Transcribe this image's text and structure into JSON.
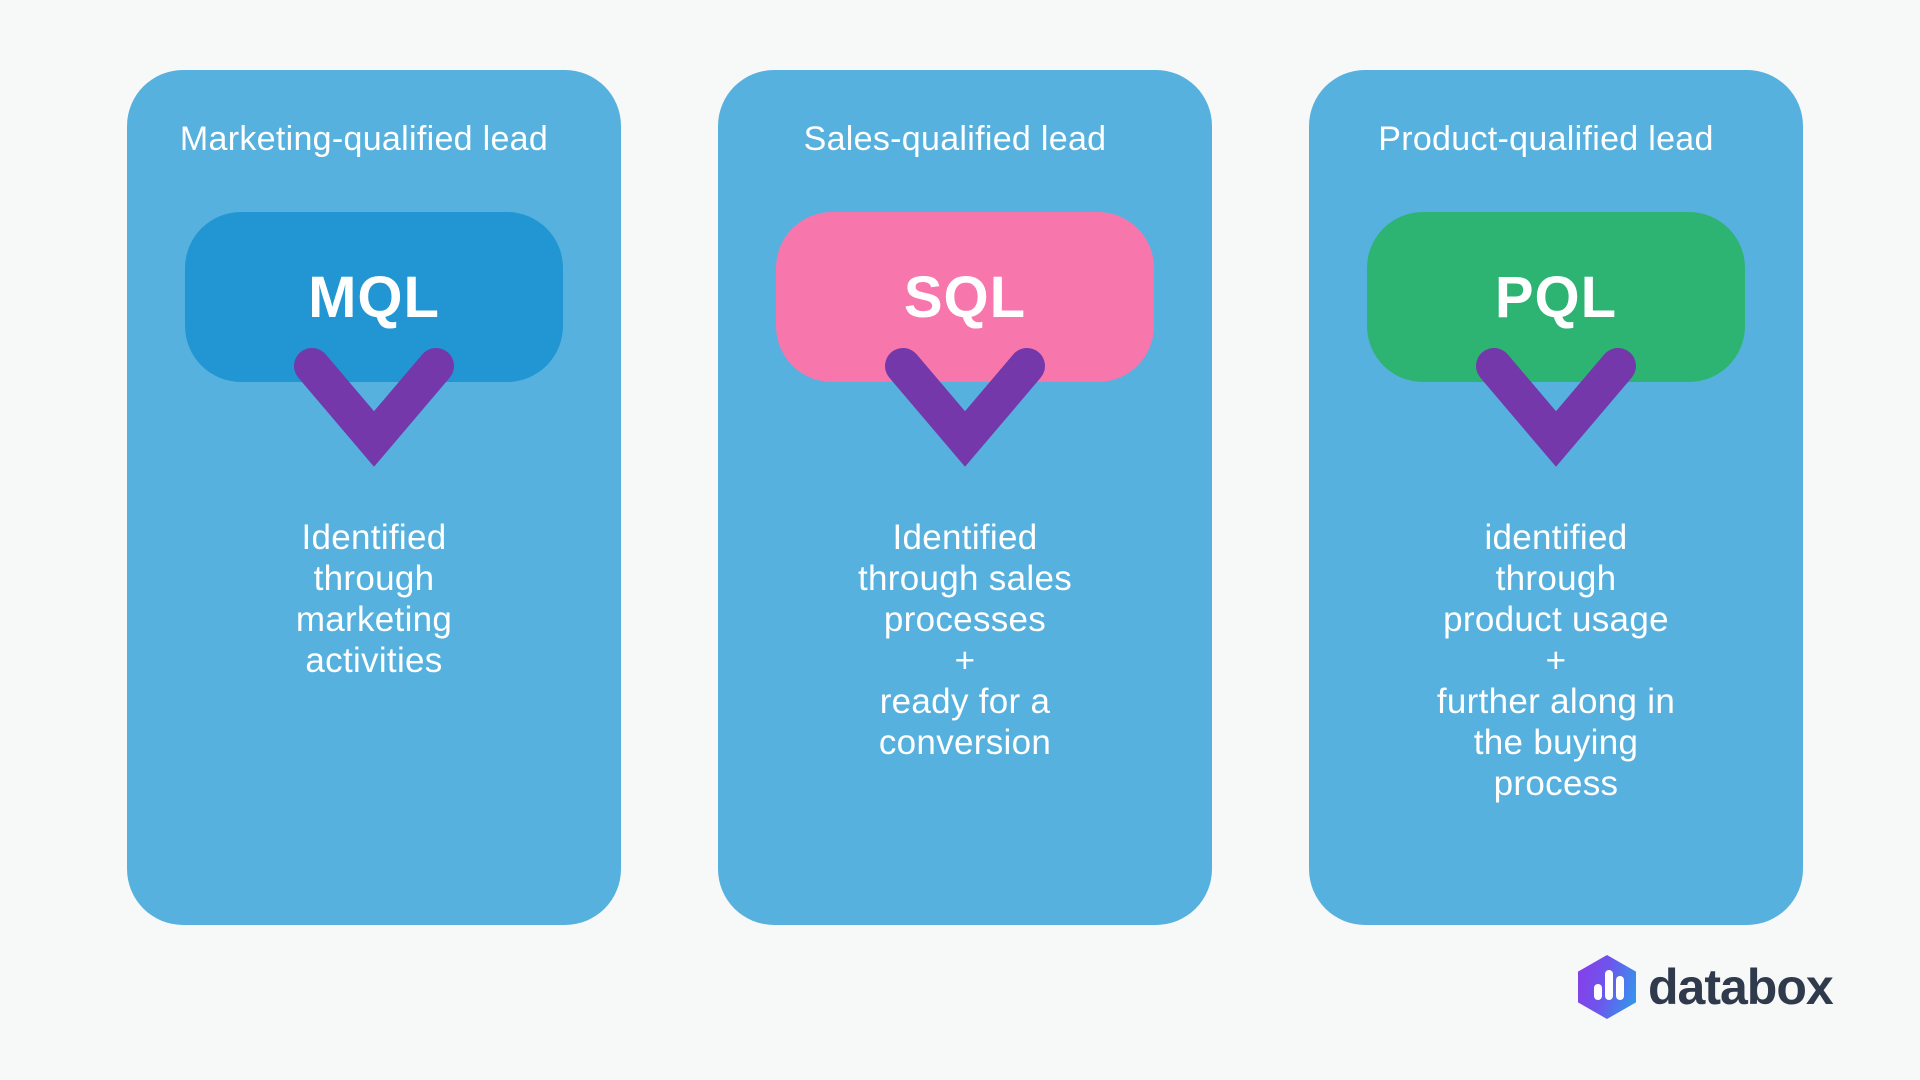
{
  "page": {
    "background_color": "#f7f8f8",
    "card_background_color": "#57b1de",
    "text_color": "#ffffff",
    "chevron_color": "#7438ab"
  },
  "cards": [
    {
      "title": "Marketing-qualified lead",
      "acronym": "MQL",
      "badge_color": "#2196d3",
      "badge_style": "background:#2196d3",
      "description": "Identified\nthrough\nmarketing\nactivities"
    },
    {
      "title": "Sales-qualified lead",
      "acronym": "SQL",
      "badge_color": "#f777ad",
      "badge_style": "background:#f777ad",
      "description": "Identified\nthrough sales\nprocesses\n+\nready for a\nconversion"
    },
    {
      "title": "Product-qualified lead",
      "acronym": "PQL",
      "badge_color": "#2db473",
      "badge_style": "background:#2db473",
      "description": "identified\nthrough\nproduct usage\n+\nfurther along in\nthe buying\nprocess"
    }
  ],
  "footer": {
    "brand": "databox",
    "logo_icon": "databox-hexagon-bar-chart-icon",
    "wordmark_color": "#2f3b4c",
    "logo_gradient_start": "#8a3be8",
    "logo_gradient_end": "#2aa0ec"
  }
}
